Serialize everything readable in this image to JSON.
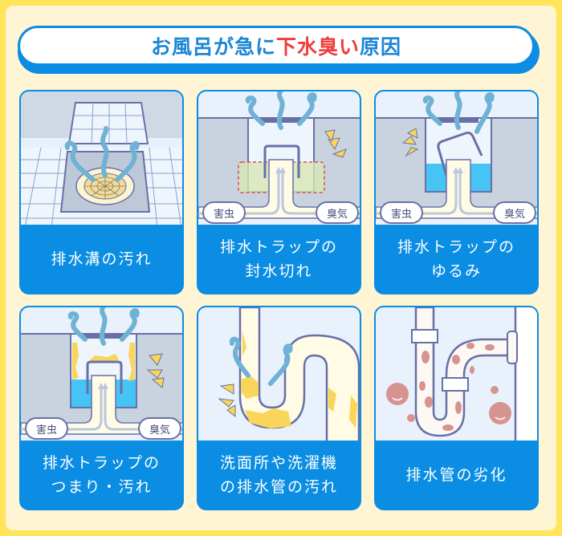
{
  "title": {
    "part1": "お風呂が急に",
    "part2": "下水臭い",
    "part3": "原因"
  },
  "labels": {
    "pest": "害虫",
    "odor": "臭気"
  },
  "cards": [
    {
      "id": "drain-dirt",
      "line1": "排水溝の汚れ",
      "line2": ""
    },
    {
      "id": "trap-seal-loss",
      "line1": "排水トラップの",
      "line2": "封水切れ"
    },
    {
      "id": "trap-loose",
      "line1": "排水トラップの",
      "line2": "ゆるみ"
    },
    {
      "id": "trap-clog",
      "line1": "排水トラップの",
      "line2": "つまり・汚れ"
    },
    {
      "id": "sink-washer-pipe-dirt",
      "line1": "洗面所や洗濯機",
      "line2": "の排水管の汚れ"
    },
    {
      "id": "pipe-deterioration",
      "line1": "排水管の劣化",
      "line2": ""
    }
  ],
  "colors": {
    "frame": "#ffe45c",
    "background": "#fff5d4",
    "accent_blue": "#0a8de3",
    "title_blue": "#1a86d6",
    "title_red": "#ef3d3d",
    "smell": "#6fb2d6",
    "water": "#45c4f5",
    "dirt": "#f9d55a",
    "rust": "#d79390"
  }
}
